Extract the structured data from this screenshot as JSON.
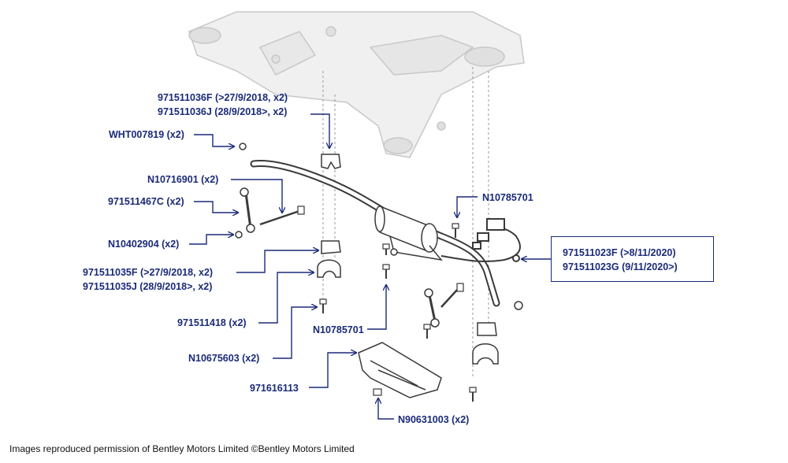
{
  "labels": {
    "l1a": "971511036F (>27/9/2018, x2)",
    "l1b": "971511036J (28/9/2018>, x2)",
    "l2": "WHT007819 (x2)",
    "l3": "N10716901 (x2)",
    "l4": "971511467C (x2)",
    "l5": "N10402904 (x2)",
    "l6a": "971511035F (>27/9/2018, x2)",
    "l6b": "971511035J (28/9/2018>, x2)",
    "l7": "971511418 (x2)",
    "l8": "N10675603 (x2)",
    "l9": "971616113",
    "l10": "N90631003 (x2)",
    "l11": "N10785701",
    "l12": "N10785701",
    "l13a": "971511023F (>8/11/2020)",
    "l13b": "971511023G (9/11/2020>)"
  },
  "footer": "Images reproduced permission of Bentley Motors Limited ©Bentley Motors Limited",
  "colors": {
    "label": "#1a2a78",
    "leader": "#1a2a78",
    "part": "#3a3a3a",
    "subframe": "#c8c8c8"
  }
}
